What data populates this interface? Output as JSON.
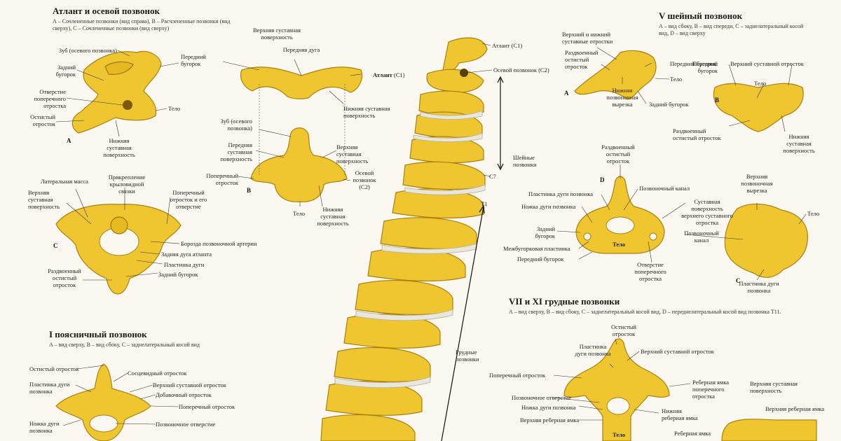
{
  "atlas": {
    "title": "Атлант и осевой позвонок",
    "subtitle": "А – Сочлененные позвонки (вид справа), В – Расчлененные позвонки (вид сверху), С – Сочлененные позвонки (вид сверху)",
    "labels": {
      "dens": "Зуб (осевого позвонка)",
      "post_tubercle": "Задний бугорок",
      "transverse_foramen": "Отверстие поперечного отростка",
      "spinous": "Остистый отросток",
      "ant_tubercle": "Передний бугорок",
      "body": "Тело",
      "inf_articular": "Нижняя суставная поверхность",
      "letter_a": "A",
      "sup_articular_surface": "Верхняя суставная поверхность",
      "ant_arch": "Передняя дуга",
      "atlas_c1": "Атлант",
      "atlas_c1_suffix": "(C1)",
      "inf_articular_b_1": "Нижняя",
      "inf_articular_b_2": "суставная",
      "inf_articular_b_3": "поверхность",
      "dens_b": "Зуб (осевого позвонка)",
      "ant_articular_surface": "Передняя суставная поверхность",
      "sup_articular_b": "Верхняя суставная поверхность",
      "transverse_b": "Поперечный отросток",
      "axis_c2": "Осевой позвонок (C2)",
      "letter_b": "B",
      "body_b": "Тело",
      "inf_articular_b2": "Нижняя суставная поверхность",
      "lateral_mass": "Латеральная масса",
      "alar_attach": "Прикрепление крыловидной связки",
      "sup_articular_c": "Верхняя суставная поверхность",
      "transverse_and_foramen": "Поперечный отросток и его отверстие",
      "letter_c": "C",
      "vert_artery_groove": "Борозда позвоночной артерии",
      "post_arch": "Задняя дуга атланта",
      "lamina": "Пластинка дуги",
      "post_tubercle_c": "Задний бугорок",
      "bifid_spinous": "Раздвоенный остистый отросток"
    }
  },
  "lumbar": {
    "title": "I поясничный позвонок",
    "subtitle": "А – вид сверху, В – вид сбоку, С – заднелатеральный косой вид",
    "labels": {
      "spinous": "Остистый отросток",
      "lamina": "Пластинка дуги позвонка",
      "pedicle": "Ножка дуги позвонка",
      "mammillary": "Сосцевидный отросток",
      "sup_articular": "Верхний суставной отросток",
      "accessory": "Добавочный отросток",
      "transverse": "Поперечный отросток",
      "vert_foramen": "Позвоночное отверстие"
    }
  },
  "spine": {
    "labels": {
      "atlas": "Атлант (C1)",
      "axis": "Осевой позвонок (C2)",
      "cervical": "Шейные позвонки",
      "c7": "C7",
      "t1": "T1",
      "thoracic": "Грудные позвонки"
    }
  },
  "cervical5": {
    "title": "V шейный позвонок",
    "subtitle": "А – вид сбоку, В – вид спереди, С – заднелатеральный косой вид, D – вид сверху",
    "labels": {
      "sup_inf_articular": "Верхний и нижний суставные отростки",
      "bifid_spinous": "Раздвоенный остистый отросток",
      "ant_tubercle": "Передний бугорок",
      "body": "Тело",
      "inf_notch_1": "Нижняя",
      "inf_notch_2": "позвоночная",
      "inf_notch_3": "вырезка",
      "post_tubercle": "Задний бугорок",
      "letter_a": "A",
      "ant_tubercle_b": "Передний бугорок",
      "sup_articular_b": "Верхний суставной отросток",
      "body_b": "Тело",
      "letter_b": "B",
      "bifid_spinous_b": "Раздвоенный остистый отросток",
      "inf_articular_b": "Нижняя суставная поверхность",
      "bifid_spinous_d": "Раздвоенный остистый отросток",
      "letter_d": "D",
      "lamina_d": "Пластинка дуги позвонка",
      "vert_canal": "Позвоночный канал",
      "pedicle_d": "Ножка дуги позвонка",
      "post_tubercle_d": "Задний бугорок",
      "intertubercular": "Межбугорковая пластинка",
      "ant_tubercle_d": "Передний бугорок",
      "body_d": "Тело",
      "transverse_foramen_d": "Отверстие поперечного отростка",
      "articular_surface_c": "Суставная поверхность верхнего суставного отростка",
      "vert_canal_c": "Позвоночный канал",
      "sup_notch_c": "Верхняя позвоночная вырезка",
      "body_c": "Тело",
      "letter_c": "C",
      "lamina_c": "Пластинка дуги позвонка"
    }
  },
  "thoracic": {
    "title": "VII и XI грудные позвонки",
    "subtitle": "А – вид сверху, В – вид сбоку, С – заднелатеральный косой вид, D – переднелатеральный косой вид позвонка T11.",
    "labels": {
      "spinous": "Остистый отросток",
      "lamina": "Пластинка дуги позвонка",
      "sup_articular": "Верхний суставной отросток",
      "transverse": "Поперечный отросток",
      "costal_facet_transverse": "Реберная ямка поперечного отростка",
      "vert_foramen": "Позвоночное отверстие",
      "pedicle": "Ножка дуги позвонка",
      "sup_costal_facet": "Верхняя реберная ямка",
      "inf_costal_facet": "Нижняя реберная ямка",
      "body": "Тело",
      "costal_facet": "Реберная ямка",
      "sup_articular_surface": "Верхняя суставная поверхность",
      "sup_costal_facet_r": "Верхняя реберная ямка"
    }
  }
}
